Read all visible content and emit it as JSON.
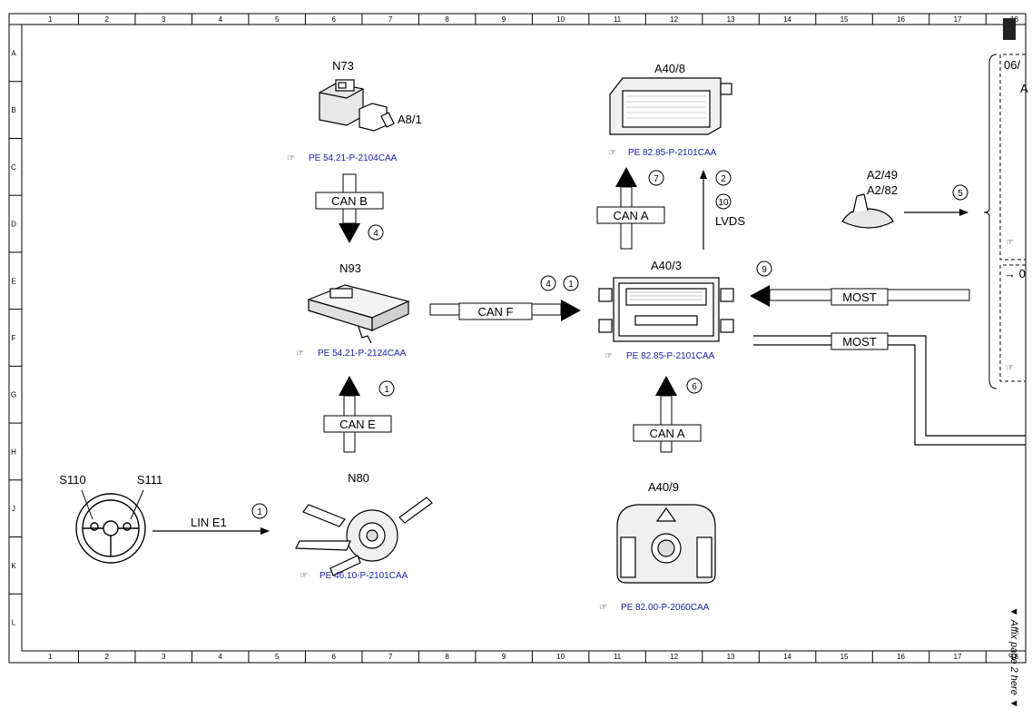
{
  "grid": {
    "columns": [
      "1",
      "2",
      "3",
      "4",
      "5",
      "6",
      "7",
      "8",
      "9",
      "10",
      "11",
      "12",
      "13",
      "14",
      "15",
      "16",
      "17",
      "18"
    ],
    "rows": [
      "A",
      "B",
      "C",
      "D",
      "E",
      "F",
      "G",
      "H",
      "J",
      "K",
      "L"
    ]
  },
  "components": {
    "n73": {
      "label": "N73",
      "sub_label": "A8/1",
      "ref": "PE 54.21-P-2104CAA"
    },
    "n93": {
      "label": "N93",
      "ref": "PE 54.21-P-2124CAA"
    },
    "n80": {
      "label": "N80",
      "ref": "PE 46.10-P-2101CAA"
    },
    "a40_8": {
      "label": "A40/8",
      "ref": "PE 82.85-P-2101CAA"
    },
    "a40_3": {
      "label": "A40/3",
      "ref": "PE 82.85-P-2101CAA"
    },
    "a40_9": {
      "label": "A40/9",
      "ref": "PE 82.00-P-2060CAA"
    },
    "a2_49": {
      "label_1": "A2/49",
      "label_2": "A2/82"
    },
    "s110": {
      "label": "S110"
    },
    "s111": {
      "label": "S111"
    }
  },
  "buses": {
    "can_b": "CAN B",
    "can_e": "CAN E",
    "can_f": "CAN F",
    "can_a_top": "CAN A",
    "can_a_bottom": "CAN A",
    "most_in": "MOST",
    "most_out": "MOST",
    "line1": "LIN E1",
    "lvds": "LVDS"
  },
  "callouts": {
    "c1_n80": "1",
    "c1_n93": "1",
    "c4_canb": "4",
    "c4_canf": "4",
    "c1_canf": "1",
    "c7": "7",
    "c2": "2",
    "c10": "10",
    "c5": "5",
    "c9": "9",
    "c6": "6"
  },
  "right_panel": {
    "text_1": "06/",
    "text_2": "A",
    "text_3": "→ 0"
  },
  "side_note": "◄ Affix page 2 here ◄"
}
